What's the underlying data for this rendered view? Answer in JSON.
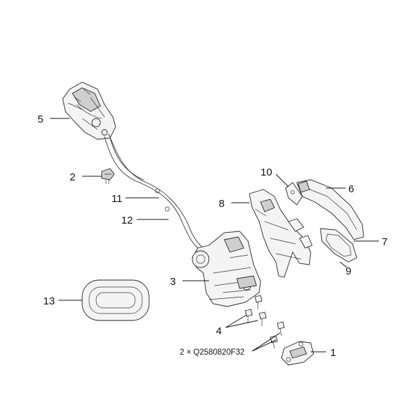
{
  "callouts": {
    "c1": "1",
    "c2": "2",
    "c3": "3",
    "c4": "4",
    "c5": "5",
    "c6": "6",
    "c7": "7",
    "c8": "8",
    "c9": "9",
    "c10": "10",
    "c11": "11",
    "c12": "12",
    "c13": "13"
  },
  "notes": {
    "screw_spec": "2 × Q2580820F32"
  },
  "colors": {
    "line": "#111111",
    "part_fill": "#f4f4f4",
    "part_shade": "#cfcfcf",
    "background": "#ffffff"
  }
}
